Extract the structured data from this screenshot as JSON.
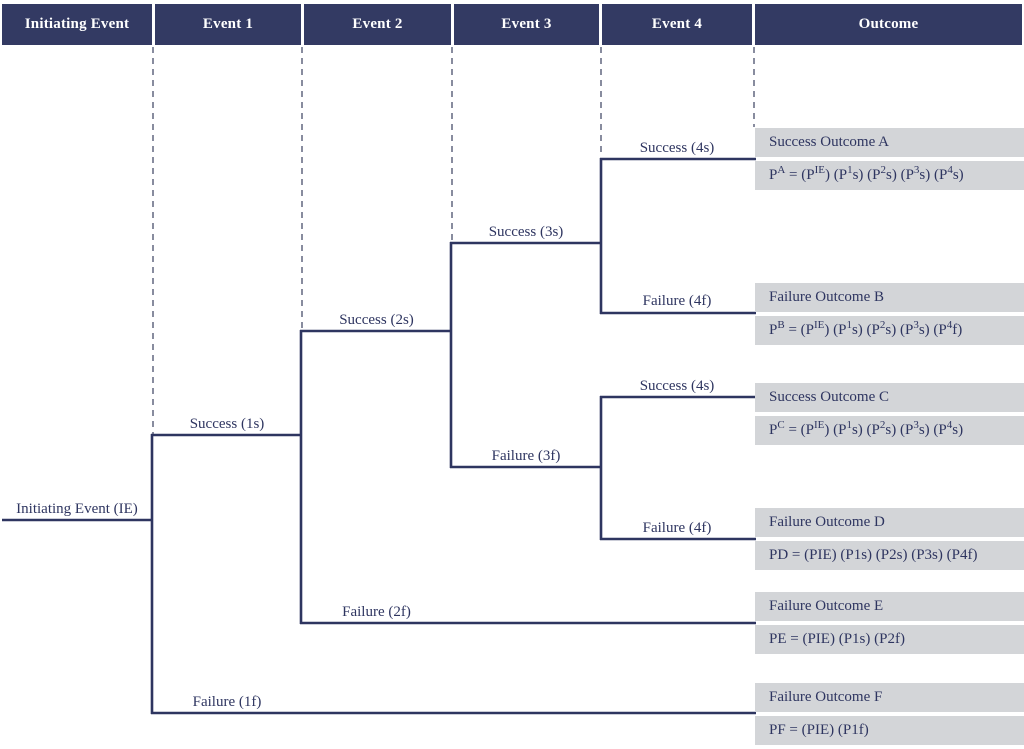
{
  "palette": {
    "navy": "#2e3560",
    "header_bg": "#333a63",
    "header_text": "#ffffff",
    "bar_bg": "#d3d5d8",
    "bar_text": "#2e3560",
    "page_bg": "#ffffff",
    "dash_color": "#565b76"
  },
  "header": {
    "columns": [
      {
        "label": "Initiating Event"
      },
      {
        "label": "Event 1"
      },
      {
        "label": "Event 2"
      },
      {
        "label": "Event 3"
      },
      {
        "label": "Event 4"
      },
      {
        "label": "Outcome"
      }
    ]
  },
  "tree": {
    "root_label": "Initiating Event (IE)",
    "branches": [
      {
        "label": "Success (1s)"
      },
      {
        "label": "Failure (1f)"
      },
      {
        "label": "Success (2s)"
      },
      {
        "label": "Failure (2f)"
      },
      {
        "label": "Success (3s)"
      },
      {
        "label": "Failure (3f)"
      },
      {
        "label": "Success (4s)"
      },
      {
        "label": "Failure (4f)"
      },
      {
        "label": "Success (4s)"
      },
      {
        "label": "Failure (4f)"
      }
    ]
  },
  "outcomes": [
    {
      "title": "Success Outcome A",
      "formula": "P^{A} = (P^{IE}) (P^{1}s) (P^{2}s) (P^{3}s) (P^{4}s)"
    },
    {
      "title": "Failure Outcome B",
      "formula": "P^{B} = (P^{IE}) (P^{1}s) (P^{2}s) (P^{3}s) (P^{4}f)"
    },
    {
      "title": "Success Outcome C",
      "formula": "P^{C} = (P^{IE}) (P^{1}s) (P^{2}s) (P^{3}s) (P^{4}s)"
    },
    {
      "title": "Failure Outcome D",
      "formula": "PD = (PIE) (P1s) (P2s) (P3s) (P4f)"
    },
    {
      "title": "Failure Outcome E",
      "formula": "PE = (PIE) (P1s) (P2f)"
    },
    {
      "title": "Failure Outcome F",
      "formula": "PF = (PIE) (P1f)"
    }
  ]
}
